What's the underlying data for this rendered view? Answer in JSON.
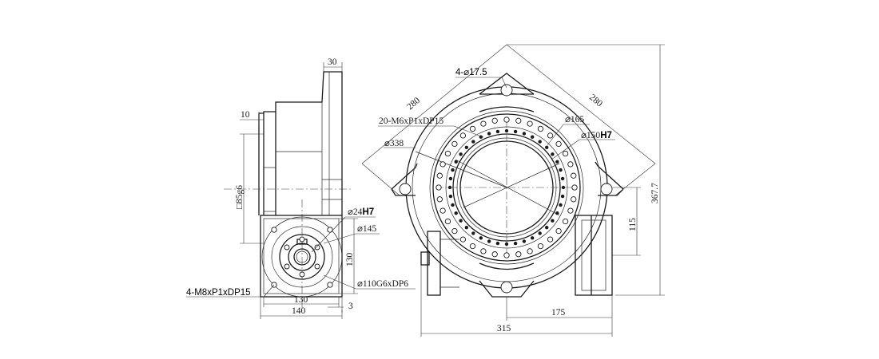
{
  "side_view": {
    "dim_top_width": "30",
    "dim_flange": "10",
    "dim_shaft_square": "□85g6",
    "dim_bore_prefix": "⌀24",
    "dim_bore_fit": "H7",
    "dim_pcd": "⌀145",
    "dim_height": "130",
    "dim_bolt_holes": "4-M8xP1xDP15",
    "dim_spigot": "⌀110G6xDP6",
    "dim_inner_width": "130",
    "dim_offset": "3",
    "dim_outer_width": "140"
  },
  "front_view": {
    "dim_mount_holes": "4-⌀17.5",
    "dim_diag_left": "280",
    "dim_diag_right": "280",
    "dim_tapped_holes": "20-M6xP1xDP15",
    "dim_pcd_inner": "⌀165",
    "dim_bore_prefix": "⌀150",
    "dim_bore_fit": "H7",
    "dim_outer_dia": "⌀338",
    "dim_total_height": "367.7",
    "dim_motor_height": "115",
    "dim_motor_offset": "175",
    "dim_total_width": "315"
  }
}
